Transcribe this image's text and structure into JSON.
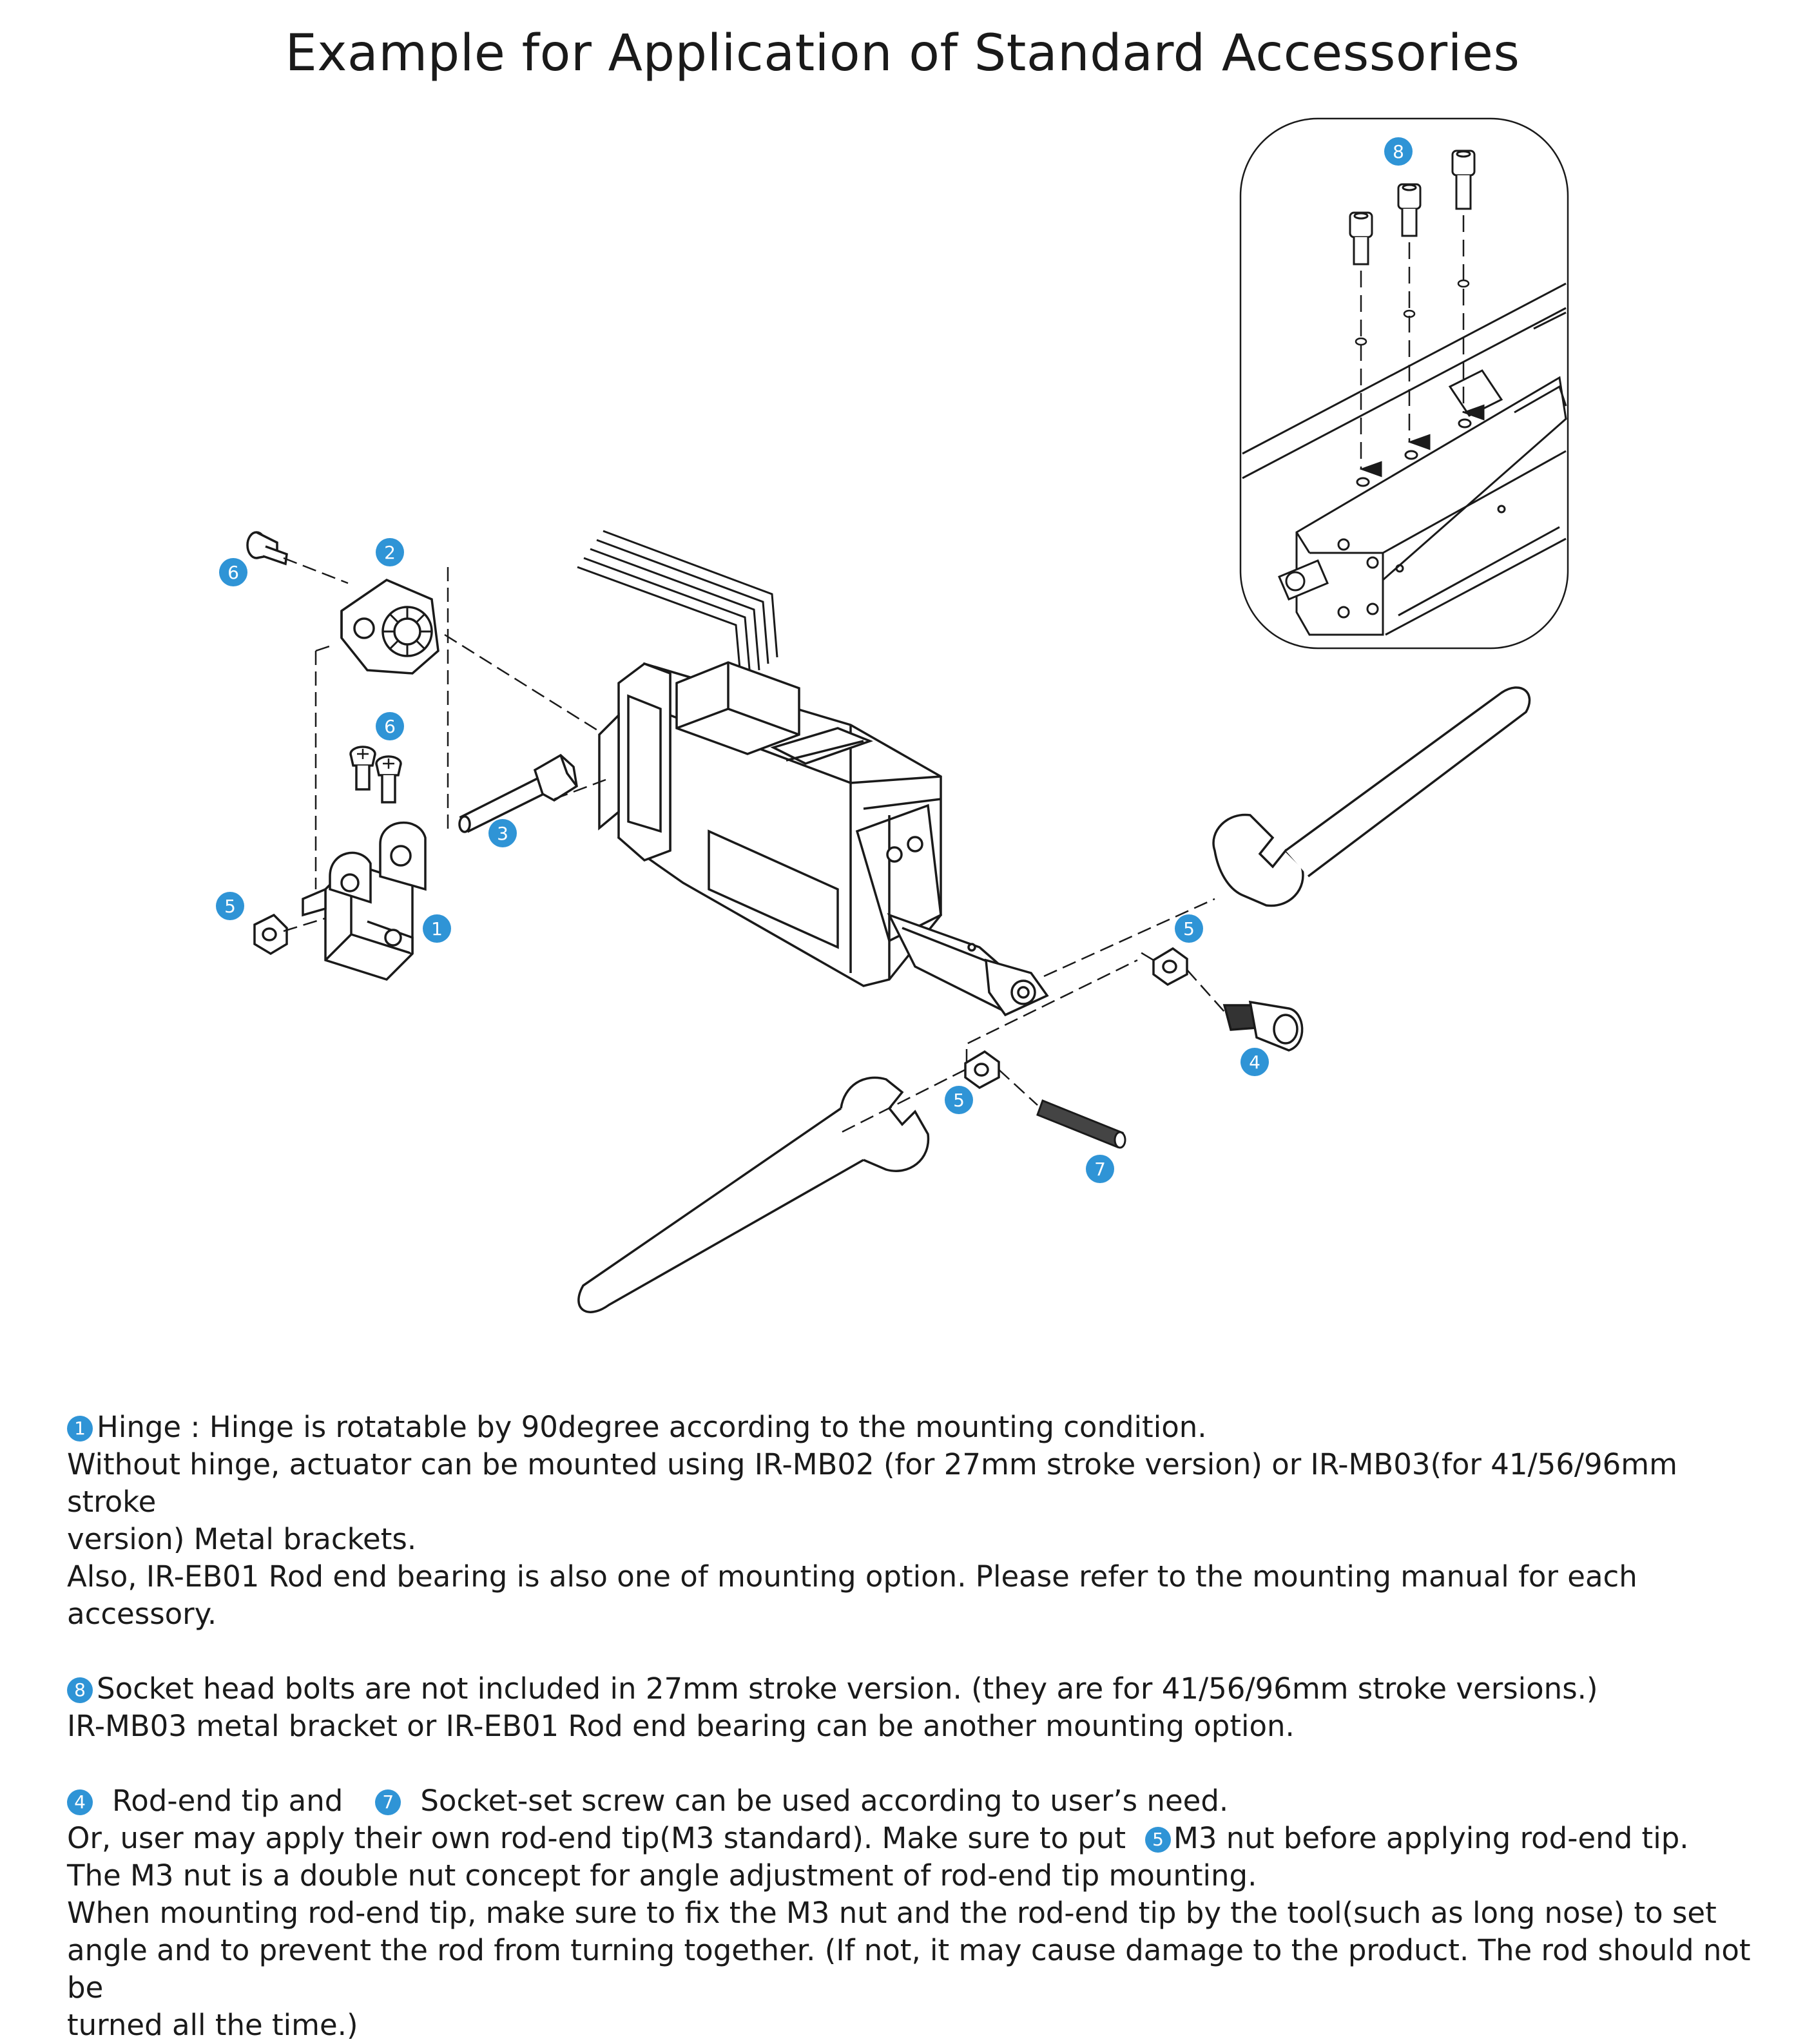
{
  "title": "Example for Application of Standard Accessories",
  "colors": {
    "callout": "#2f94d6",
    "line": "#1a1a1a",
    "fill": "#ffffff"
  },
  "callouts": [
    "1",
    "2",
    "3",
    "4",
    "5",
    "6",
    "7",
    "8"
  ],
  "notes": {
    "hinge": {
      "number": "1",
      "line1": "Hinge : Hinge is rotatable by 90degree according to the mounting condition.",
      "line2": "Without hinge, actuator can be mounted using IR-MB02 (for 27mm stroke version) or IR-MB03(for 41/56/96mm stroke",
      "line3": "version) Metal brackets.",
      "line4": "Also, IR-EB01 Rod end bearing is also one of mounting option. Please refer to the mounting manual for each accessory."
    },
    "bolts": {
      "number": "8",
      "line1": "Socket head bolts are not included in 27mm stroke version. (they are for 41/56/96mm stroke versions.)",
      "line2": "IR-MB03 metal bracket or IR-EB01 Rod end bearing can be another mounting option."
    },
    "rodend": {
      "number_a": "4",
      "text_a": "Rod-end tip and",
      "number_b": "7",
      "text_b": "Socket-set screw can be used according to user’s need.",
      "line2_a": "Or, user may apply their own rod-end tip(M3 standard). Make sure to put",
      "number_c": "5",
      "line2_b": "M3 nut before applying rod-end tip.",
      "line3": "The M3 nut is a double nut concept for angle adjustment of rod-end tip mounting.",
      "line4": "When mounting rod-end tip, make sure to fix the M3 nut and the rod-end tip by the tool(such as long nose) to set",
      "line5": "angle and to prevent the rod from turning together. (If not, it may cause damage to the product. The rod should not be",
      "line6": "turned all the time.)"
    }
  }
}
